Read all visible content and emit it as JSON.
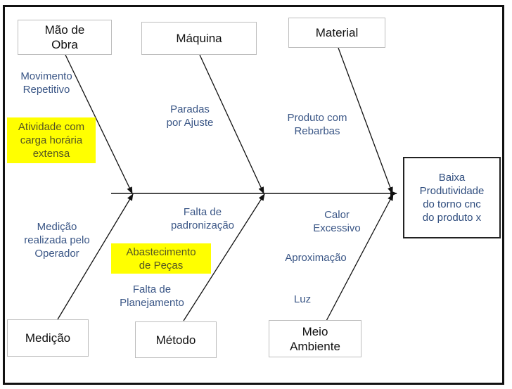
{
  "diagram": {
    "type": "ishikawa-fishbone",
    "effect": "Baixa\nProdutividade\ndo torno cnc\ndo produto x",
    "categories": {
      "mao_de_obra": {
        "label": "Mão de\nObra",
        "causes": [
          "Movimento\nRepetitivo",
          "Atividade com\ncarga horária\nextensa"
        ]
      },
      "maquina": {
        "label": "Máquina",
        "causes": [
          "Paradas\npor Ajuste"
        ]
      },
      "material": {
        "label": "Material",
        "causes": [
          "Produto com\nRebarbas"
        ]
      },
      "medicao": {
        "label": "Medição",
        "causes": [
          "Medição\nrealizada pelo\nOperador"
        ]
      },
      "metodo": {
        "label": "Método",
        "causes": [
          "Falta de\npadronização",
          "Abastecimento\nde Peças",
          "Falta de\nPlanejamento"
        ]
      },
      "meio_ambiente": {
        "label": "Meio\nAmbiente",
        "causes": [
          "Calor\nExcessivo",
          "Aproximação",
          "Luz"
        ]
      }
    },
    "highlighted_causes": [
      "Atividade com carga horária extensa",
      "Abastecimento de Peças"
    ],
    "colors": {
      "cause_text": "#3a5686",
      "effect_text": "#2f4d7e",
      "highlight": "#ffff00",
      "line": "#111111"
    }
  }
}
